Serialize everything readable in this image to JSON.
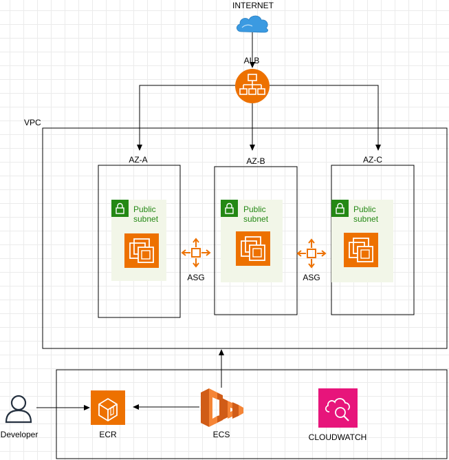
{
  "labels": {
    "internet": "INTERNET",
    "alb": "ALB",
    "vpc": "VPC",
    "az_a": "AZ-A",
    "az_b": "AZ-B",
    "az_c": "AZ-C",
    "subnet_line1": "Public",
    "subnet_line2": "subnet",
    "asg": "ASG",
    "developer": "Developer",
    "ecr": "ECR",
    "ecs": "ECS",
    "cloudwatch": "CLOUDWATCH"
  },
  "colors": {
    "compute_orange": "#ED7100",
    "subnet_green": "#248814",
    "subnet_fill": "#F2F6E8",
    "cloudwatch_pink": "#E7157B",
    "cloud_blue": "#3B9AE1"
  },
  "icons": {
    "internet": "cloud-icon",
    "alb": "load-balancer-icon",
    "ec2": "ec2-instance-icon",
    "asg": "auto-scaling-icon",
    "subnet_lock": "lock-icon",
    "developer": "user-icon",
    "ecr": "ecr-icon",
    "ecs": "ecs-icon",
    "cloudwatch": "cloudwatch-icon"
  }
}
